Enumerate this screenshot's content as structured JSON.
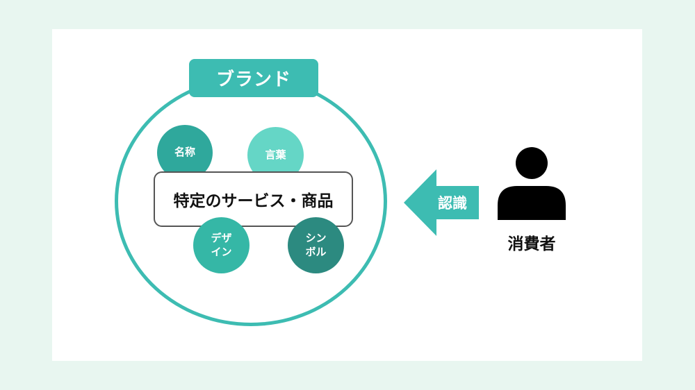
{
  "brand": {
    "label": "ブランド",
    "color": "#3dbcb2"
  },
  "elements": [
    {
      "label": "名称",
      "color": "#2fa89c"
    },
    {
      "label": "言葉",
      "color": "#65d6c6"
    },
    {
      "label": "デザ\nイン",
      "color": "#35b7a6"
    },
    {
      "label": "シン\nボル",
      "color": "#2c8a80"
    }
  ],
  "product": {
    "label": "特定のサービス・商品"
  },
  "arrow": {
    "label": "認識",
    "icon": "arrow-left-icon"
  },
  "consumer": {
    "label": "消費者",
    "icon": "person-icon"
  }
}
